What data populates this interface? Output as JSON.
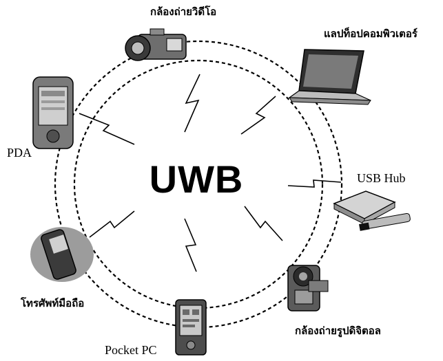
{
  "center": {
    "title": "UWB"
  },
  "devices": {
    "video_camera": {
      "label": "กล้องถ่ายวิดีโอ",
      "icon": "video-camera-icon"
    },
    "laptop": {
      "label": "แลปท็อปคอมพิวเตอร์",
      "icon": "laptop-icon"
    },
    "usb_hub": {
      "label": "USB Hub",
      "icon": "usb-hub-icon"
    },
    "digital_camera": {
      "label": "กล้องถ่ายรูปดิจิตอล",
      "icon": "digital-camera-icon"
    },
    "pocket_pc": {
      "label": "Pocket PC",
      "icon": "pocket-pc-icon"
    },
    "mobile_phone": {
      "label": "โทรศัพท์มือถือ",
      "icon": "mobile-phone-icon"
    },
    "pda": {
      "label": "PDA",
      "icon": "pda-icon"
    }
  },
  "colors": {
    "ink": "#000000",
    "background": "#ffffff"
  }
}
